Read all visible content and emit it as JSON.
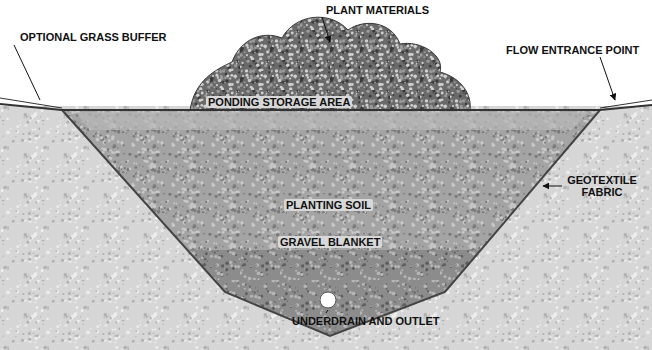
{
  "diagram": {
    "labels": [
      "PLANT MATERIALS",
      "OPTIONAL GRASS BUFFER",
      "FLOW ENTRANCE POINT",
      "PONDING STORAGE AREA",
      "PLANTING SOIL",
      "GEOTEXTILE FABRIC",
      "GRAVEL BLANKET",
      "UNDERDRAIN AND OUTLET"
    ]
  }
}
